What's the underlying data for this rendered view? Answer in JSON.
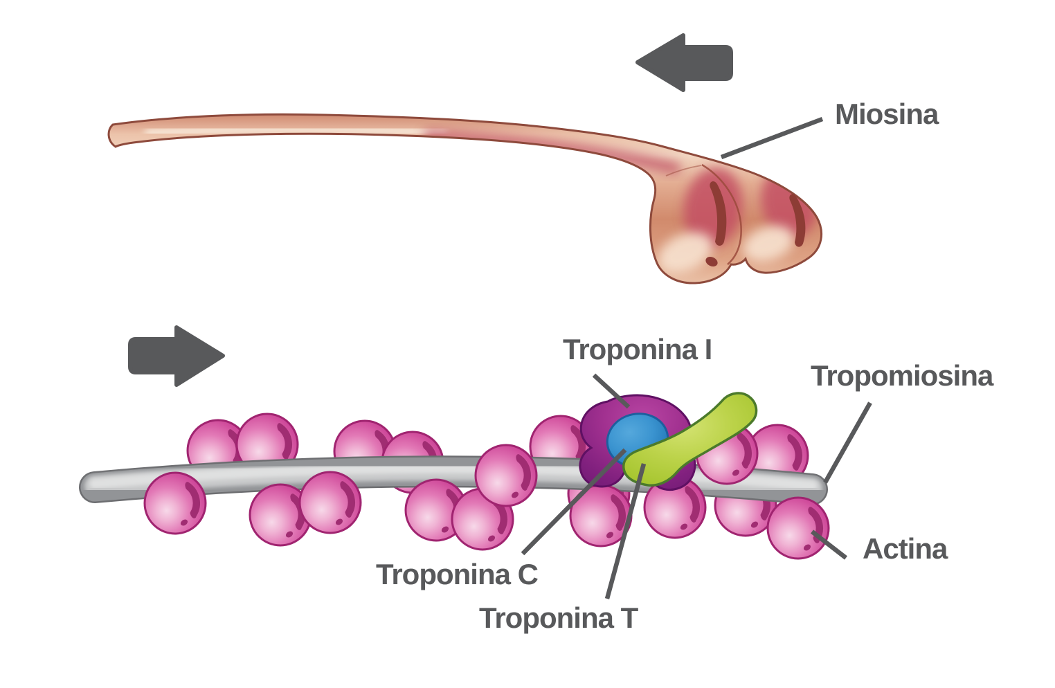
{
  "figure": {
    "labels": {
      "miosina": "Miosina",
      "troponina_i": "Troponina I",
      "tropomiosina": "Tropomiosina",
      "troponina_c": "Troponina C",
      "troponina_t": "Troponina T",
      "actina": "Actina"
    },
    "icons": {
      "top_arrow": "arrow-left",
      "bottom_arrow": "arrow-right"
    },
    "colors": {
      "label_text": "#58595b",
      "arrow_fill": "#58595b",
      "leader_line": "#58595b",
      "myosin_body": "#dd9c82",
      "myosin_outline": "#8e4a3c",
      "myosin_blush": "#bf4f62",
      "myosin_highlight": "#f8e9da",
      "actin_sphere_pink": "#d8549f",
      "actin_outline": "#a02470",
      "tropomyosin_gray": "#c7c8ca",
      "tropomyosin_outline": "#6d6e71",
      "troponin_i_purple": "#9c2d8f",
      "troponin_c_blue": "#3b94d0",
      "troponin_t_green": "#b5cf3f"
    }
  }
}
